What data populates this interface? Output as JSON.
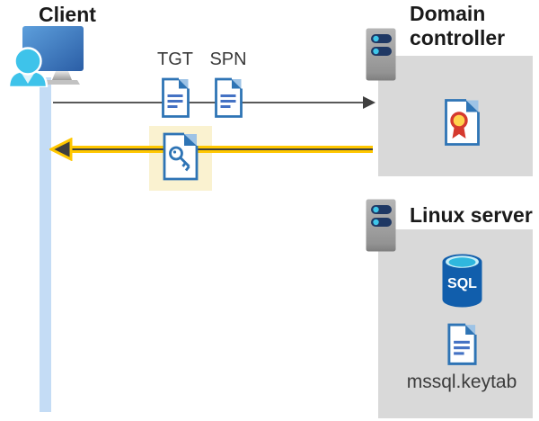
{
  "colors": {
    "title_color": "#1a1a1a",
    "label_color": "#3a3a3a",
    "box_gray": "#D9D9D9",
    "lifeline_blue": "#C4DCF5",
    "highlight_yellow": "#FAF2D0",
    "arrow_yellow": "#FFC700",
    "arrow_dark": "#3F3F3F",
    "doc_blue": "#2E74B5",
    "doc_fold_light": "#9DC3E6",
    "doc_line_blue": "#4472C4",
    "server_bar_navy": "#1F3864",
    "server_dot_cyan": "#3FC6E9",
    "person_cyan": "#3EC3EA",
    "sql_body_blue": "#115EAC",
    "sql_top_cyan": "#2FB7DE",
    "cert_ribbon_red": "#D5392E",
    "cert_ribbon_yellow": "#FFD24D"
  },
  "client": {
    "title": "Client"
  },
  "flow": {
    "tgt_label": "TGT",
    "spn_label": "SPN",
    "request_arrow": "client sends TGT and SPN to domain controller",
    "response_arrow": "domain controller returns service ticket (highlighted)"
  },
  "domain_controller": {
    "title_line1": "Domain",
    "title_line2": "controller"
  },
  "linux_server": {
    "title": "Linux server",
    "sql_label": "SQL",
    "keytab_label": "mssql.keytab"
  },
  "icons": {
    "client-computer-icon": "blue monitor with cyan user silhouette",
    "server-icon": "gray server tower with two navy slots and cyan leds",
    "tgt-document-icon": "blue-bordered document with text lines",
    "spn-document-icon": "blue-bordered document with text lines",
    "key-ticket-icon": "document with key glyph on yellow highlight",
    "certificate-icon": "document with red and yellow ribbon seal",
    "sql-database-icon": "blue cylinder database labeled SQL",
    "keytab-document-icon": "blue-bordered document with text lines"
  }
}
